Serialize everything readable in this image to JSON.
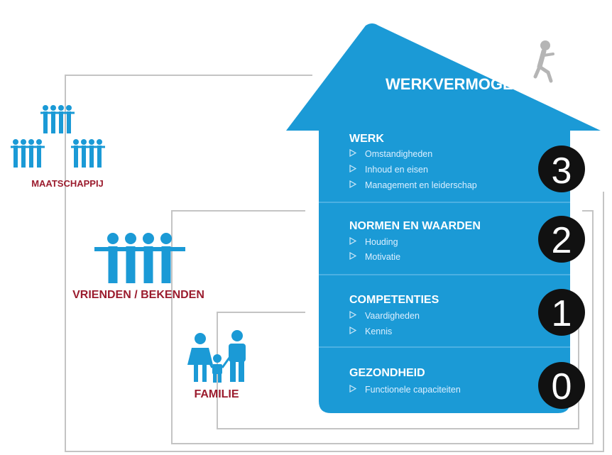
{
  "colors": {
    "house": "#1b9ad6",
    "person": "#1b9ad6",
    "group_label": "#9b1c2e",
    "line": "#c4c4c4",
    "number_circle": "#111111",
    "climber": "#b5b5b5"
  },
  "house": {
    "title": "WERKVERMOGEN",
    "floors": [
      {
        "title": "WERK",
        "number": "3",
        "items": [
          "Omstandigheden",
          "Inhoud en eisen",
          "Management en leiderschap"
        ]
      },
      {
        "title": "NORMEN EN WAARDEN",
        "number": "2",
        "items": [
          "Houding",
          "Motivatie"
        ]
      },
      {
        "title": "COMPETENTIES",
        "number": "1",
        "items": [
          "Vaardigheden",
          "Kennis"
        ]
      },
      {
        "title": "GEZONDHEID",
        "number": "0",
        "items": [
          "Functionele capaciteiten"
        ]
      }
    ]
  },
  "groups": {
    "society": "MAATSCHAPPIJ",
    "friends": "VRIENDEN / BEKENDEN",
    "family": "FAMILIE"
  },
  "icons": {
    "bullet": "triangle-bullet-icon",
    "people": "people-group-icon",
    "family": "family-icon",
    "climber": "climbing-person-icon"
  }
}
